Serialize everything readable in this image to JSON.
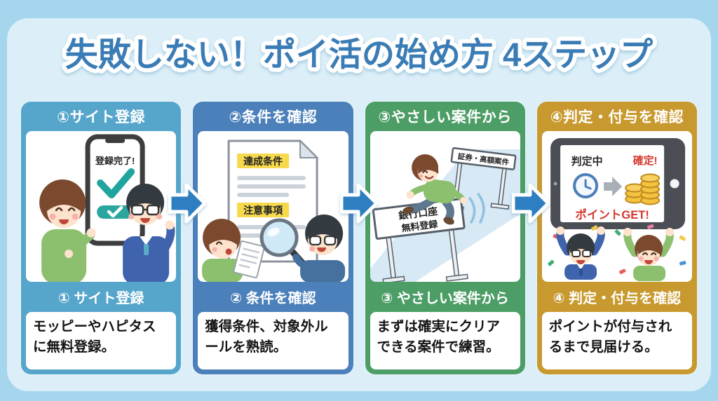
{
  "title": "失敗しない！ポイ活の始め方 4ステップ",
  "colors": {
    "background_outer": "#a5d6ed",
    "background_inner": "#dceff8",
    "title_text": "#3a7cb5",
    "arrow": "#2e7fc2",
    "step1": "#56a5cb",
    "step2": "#4b80ba",
    "step3": "#4d9e66",
    "step4": "#c8992e",
    "highlight_yellow": "#f6d94d",
    "accent_red": "#d5372e",
    "accent_teal": "#2aa69f"
  },
  "steps": [
    {
      "header": "①サイト登録",
      "band": "① サイト登録",
      "description": "モッピーやハピタスに無料登録。",
      "illustration": {
        "phone_text": "登録完了!"
      }
    },
    {
      "header": "②条件を確認",
      "band": "② 条件を確認",
      "description": "獲得条件、対象外ルールを熟読。",
      "illustration": {
        "highlight1": "達成条件",
        "highlight2": "注意事項"
      }
    },
    {
      "header": "③やさしい案件から",
      "band": "③ やさしい案件から",
      "description": "まずは確実にクリアできる案件で練習。",
      "illustration": {
        "hurdle_back": "証券・高額案件",
        "hurdle_front_line1": "銀行口座",
        "hurdle_front_line2": "無料登録"
      }
    },
    {
      "header": "④判定・付与を確認",
      "band": "④ 判定・付与を確認",
      "description": "ポイントが付与されるまで見届ける。",
      "illustration": {
        "status": "判定中",
        "confirmed": "確定!",
        "points": "ポイントGET!"
      }
    }
  ]
}
